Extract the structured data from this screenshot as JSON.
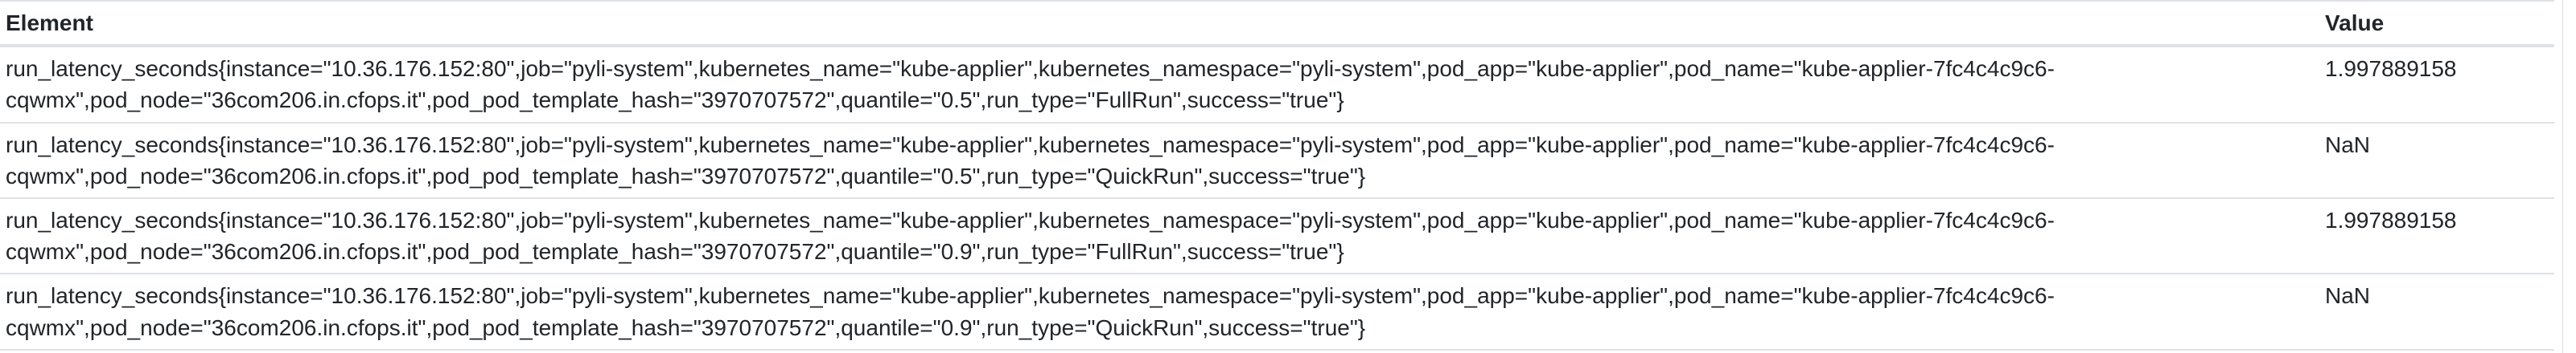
{
  "colors": {
    "text": "#212529",
    "table_border": "#dee2e6",
    "scrollbar_border": "#dadce0",
    "background": "#ffffff"
  },
  "table": {
    "columns": [
      {
        "label": "Element"
      },
      {
        "label": "Value"
      }
    ],
    "rows": [
      {
        "element": "run_latency_seconds{instance=\"10.36.176.152:80\",job=\"pyli-system\",kubernetes_name=\"kube-applier\",kubernetes_namespace=\"pyli-system\",pod_app=\"kube-applier\",pod_name=\"kube-applier-7fc4c4c9c6-cqwmx\",pod_node=\"36com206.in.cfops.it\",pod_pod_template_hash=\"3970707572\",quantile=\"0.5\",run_type=\"FullRun\",success=\"true\"}",
        "value": "1.997889158"
      },
      {
        "element": "run_latency_seconds{instance=\"10.36.176.152:80\",job=\"pyli-system\",kubernetes_name=\"kube-applier\",kubernetes_namespace=\"pyli-system\",pod_app=\"kube-applier\",pod_name=\"kube-applier-7fc4c4c9c6-cqwmx\",pod_node=\"36com206.in.cfops.it\",pod_pod_template_hash=\"3970707572\",quantile=\"0.5\",run_type=\"QuickRun\",success=\"true\"}",
        "value": "NaN"
      },
      {
        "element": "run_latency_seconds{instance=\"10.36.176.152:80\",job=\"pyli-system\",kubernetes_name=\"kube-applier\",kubernetes_namespace=\"pyli-system\",pod_app=\"kube-applier\",pod_name=\"kube-applier-7fc4c4c9c6-cqwmx\",pod_node=\"36com206.in.cfops.it\",pod_pod_template_hash=\"3970707572\",quantile=\"0.9\",run_type=\"FullRun\",success=\"true\"}",
        "value": "1.997889158"
      },
      {
        "element": "run_latency_seconds{instance=\"10.36.176.152:80\",job=\"pyli-system\",kubernetes_name=\"kube-applier\",kubernetes_namespace=\"pyli-system\",pod_app=\"kube-applier\",pod_name=\"kube-applier-7fc4c4c9c6-cqwmx\",pod_node=\"36com206.in.cfops.it\",pod_pod_template_hash=\"3970707572\",quantile=\"0.9\",run_type=\"QuickRun\",success=\"true\"}",
        "value": "NaN"
      }
    ]
  }
}
